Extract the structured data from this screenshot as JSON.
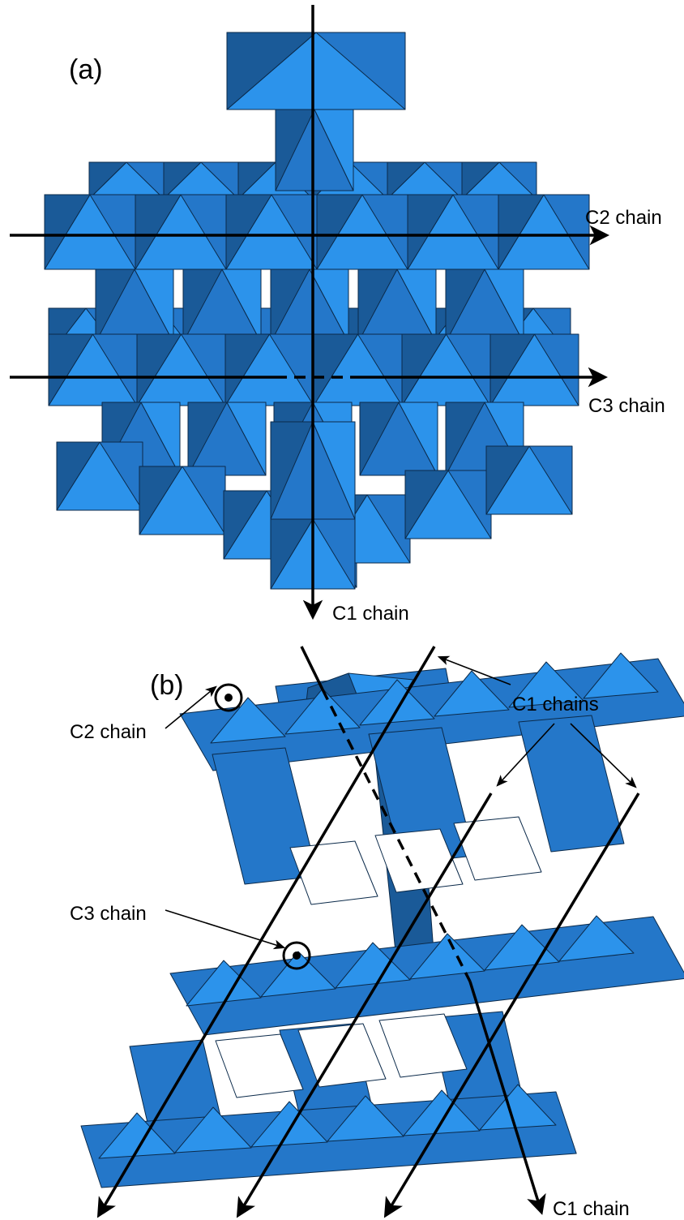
{
  "panels": [
    {
      "id": "a",
      "label": "(a)",
      "chain_labels": {
        "c2": "C2 chain",
        "c3": "C3 chain",
        "c1": "C1 chain"
      }
    },
    {
      "id": "b",
      "label": "(b)",
      "chain_labels": {
        "c1_chains": "C1 chains",
        "c2": "C2 chain",
        "c3": "C3 chain",
        "c1": "C1 chain"
      }
    }
  ],
  "colors": {
    "light": "#2c93eb",
    "mid": "#2477c9",
    "dark": "#1a5a98",
    "darker": "#164d85",
    "edge": "#0b2a4a"
  }
}
